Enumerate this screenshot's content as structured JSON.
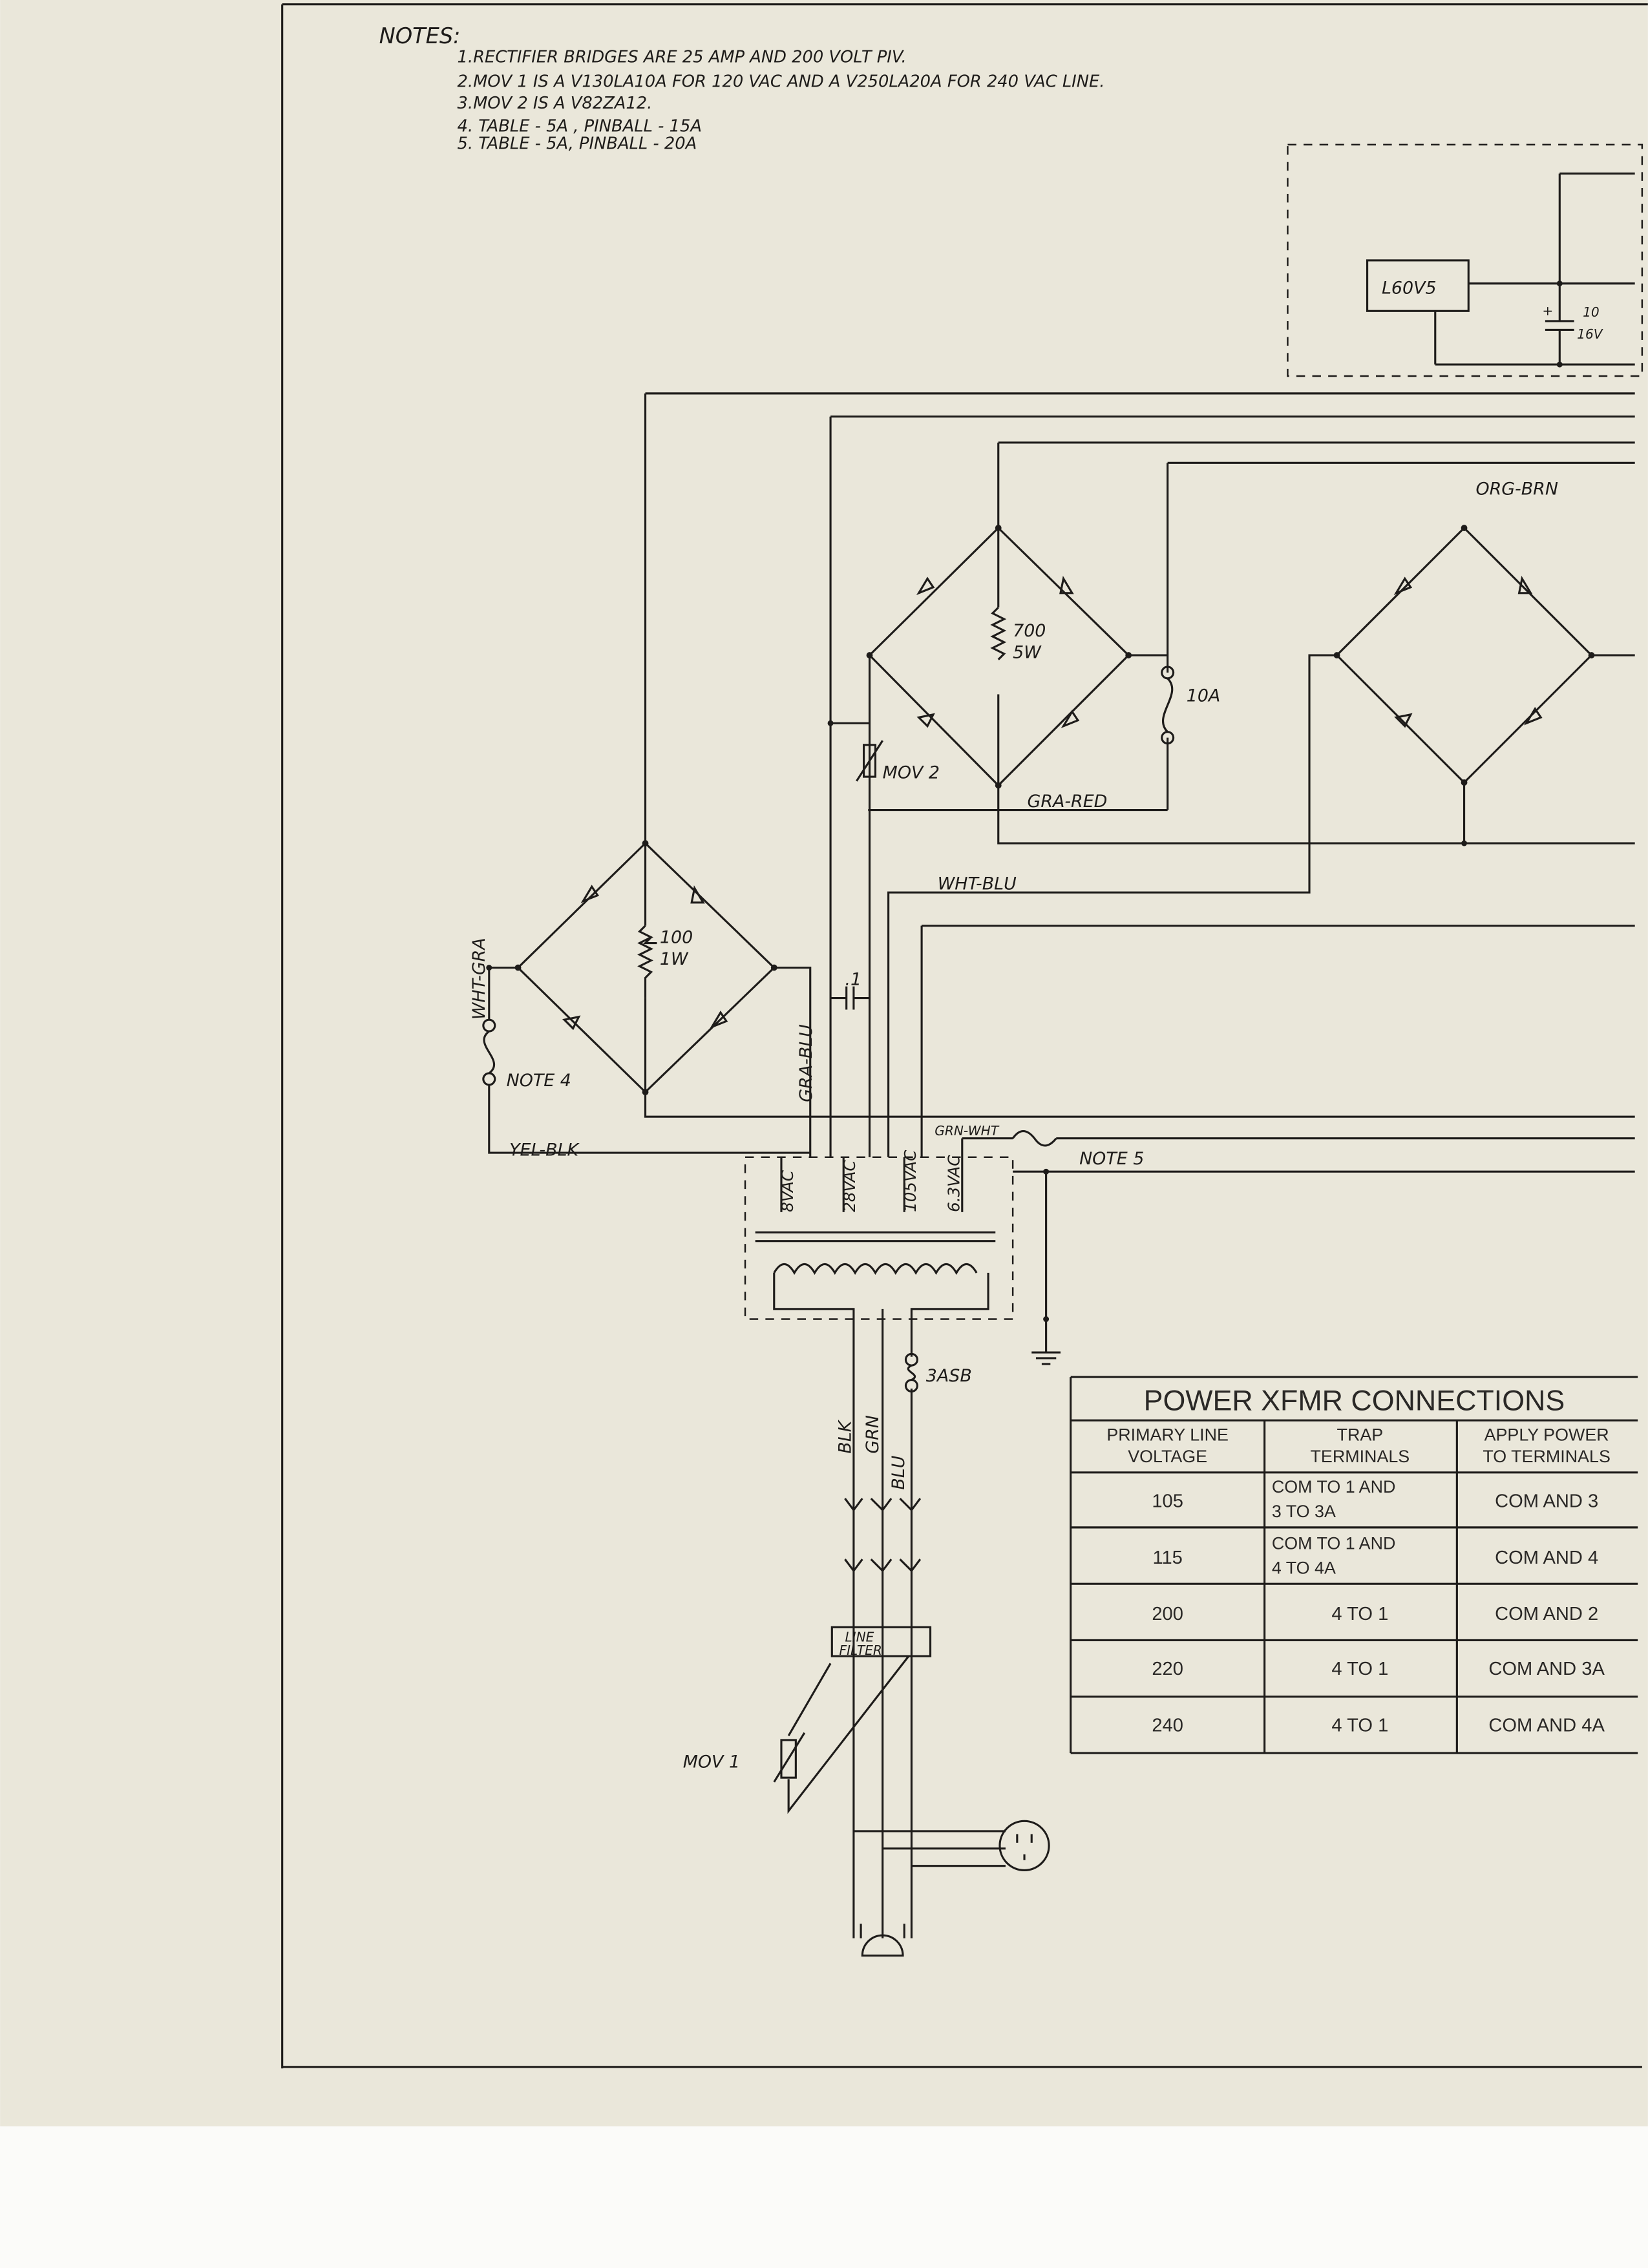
{
  "notes": {
    "heading": "NOTES:",
    "items": [
      "1.RECTIFIER BRIDGES ARE  25 AMP AND  200 VOLT PIV.",
      "2.MOV 1  IS A  V130LA10A  FOR  120 VAC  AND  A  V250LA20A  FOR  240 VAC LINE.",
      "3.MOV 2  IS A  V82ZA12.",
      "4. TABLE - 5A ,  PINBALL  - 15A",
      "5. TABLE - 5A,  PINBALL  - 20A"
    ]
  },
  "components": {
    "regulator": "L60V5",
    "cap_value": "10",
    "cap_voltage": "16V",
    "cap_plus": "+",
    "r1_value": "700",
    "r1_power": "5W",
    "fuse_10a": "10A",
    "mov2": "MOV 2",
    "r2_value": "100",
    "r2_power": "1W",
    "cap_small": ".1",
    "note4": "NOTE 4",
    "note5": "NOTE 5",
    "fuse_3asb": "3ASB",
    "line_filter_1": "LINE",
    "line_filter_2": "FILTER",
    "mov1": "MOV 1"
  },
  "wires": {
    "org_brn": "ORG-BRN",
    "gra_red": "GRA-RED",
    "wht_blu": "WHT-BLU",
    "wht_gra": "WHT-GRA",
    "gra_blu": "GRA-BLU",
    "yel_blk": "YEL-BLK",
    "grn_wht": "GRN-WHT",
    "blk": "BLK",
    "grn": "GRN",
    "blu": "BLU"
  },
  "secondaries": [
    "8VAC",
    "28VAC",
    "105VAC",
    "6.3VAC"
  ],
  "table": {
    "title": "POWER  XFMR  CONNECTIONS",
    "headers": [
      [
        "PRIMARY LINE",
        "VOLTAGE"
      ],
      [
        "TRAP",
        "TERMINALS"
      ],
      [
        "APPLY POWER",
        "TO TERMINALS"
      ]
    ],
    "rows": [
      {
        "voltage": "105",
        "trap": [
          "COM TO 1  AND",
          "3 TO 3A"
        ],
        "apply": "COM  AND  3"
      },
      {
        "voltage": "115",
        "trap": [
          "COM TO 1  AND",
          "4 TO 4A"
        ],
        "apply": "COM  AND  4"
      },
      {
        "voltage": "200",
        "trap": [
          "4  TO  1",
          ""
        ],
        "apply": "COM  AND  2"
      },
      {
        "voltage": "220",
        "trap": [
          "4  TO  1",
          ""
        ],
        "apply": "COM  AND  3A"
      },
      {
        "voltage": "240",
        "trap": [
          "4  TO  1",
          ""
        ],
        "apply": "COM  AND  4A"
      }
    ]
  }
}
